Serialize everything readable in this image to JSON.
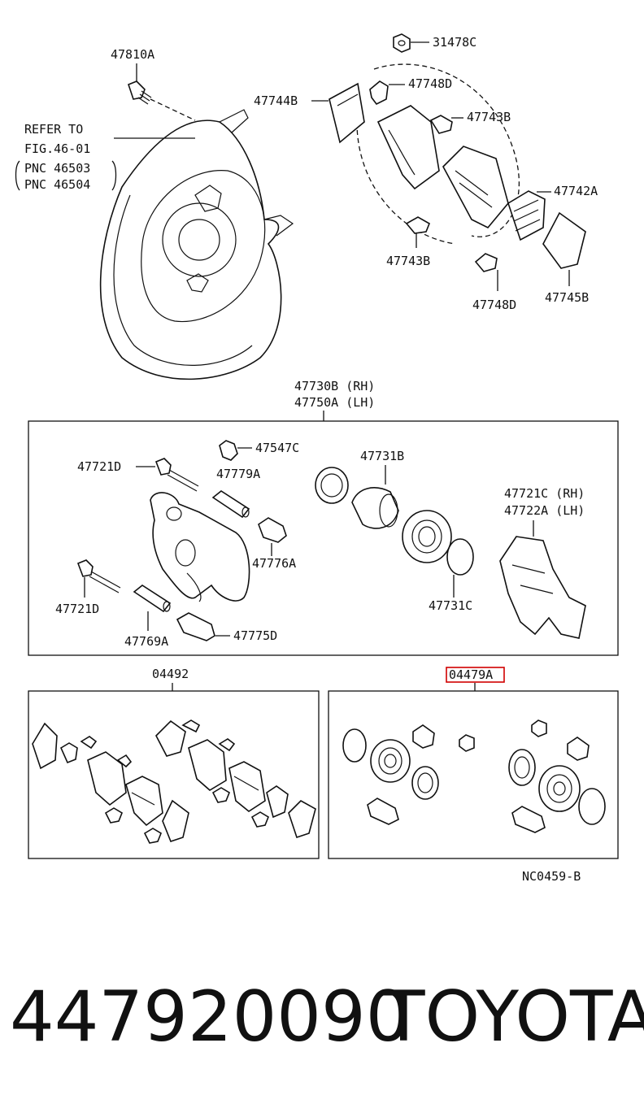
{
  "labels": {
    "l47810A": "47810A",
    "l31478C": "31478C",
    "l47748D_top": "47748D",
    "l47744B": "47744B",
    "l47743B_top": "47743B",
    "l47742A": "47742A",
    "l47743B_bot": "47743B",
    "l47748D_bot": "47748D",
    "l47745B": "47745B",
    "refer1": "REFER TO",
    "refer2": "FIG.46-01",
    "pnc1": "PNC 46503",
    "pnc2": "PNC 46504",
    "l47730B": "47730B (RH)",
    "l47750A": "47750A (LH)",
    "l47547C": "47547C",
    "l47721D_top": "47721D",
    "l47779A": "47779A",
    "l47731B": "47731B",
    "l47721C": "47721C (RH)",
    "l47722A": "47722A (LH)",
    "l47776A": "47776A",
    "l47721D_bot": "47721D",
    "l47731C": "47731C",
    "l47769A": "47769A",
    "l47775D": "47775D",
    "l04492": "04492",
    "l04479A": "04479A",
    "code": "NC0459-B"
  },
  "footer": {
    "part_number": "447920090",
    "brand": "TOYOTA"
  },
  "highlight_color": "#d00000"
}
